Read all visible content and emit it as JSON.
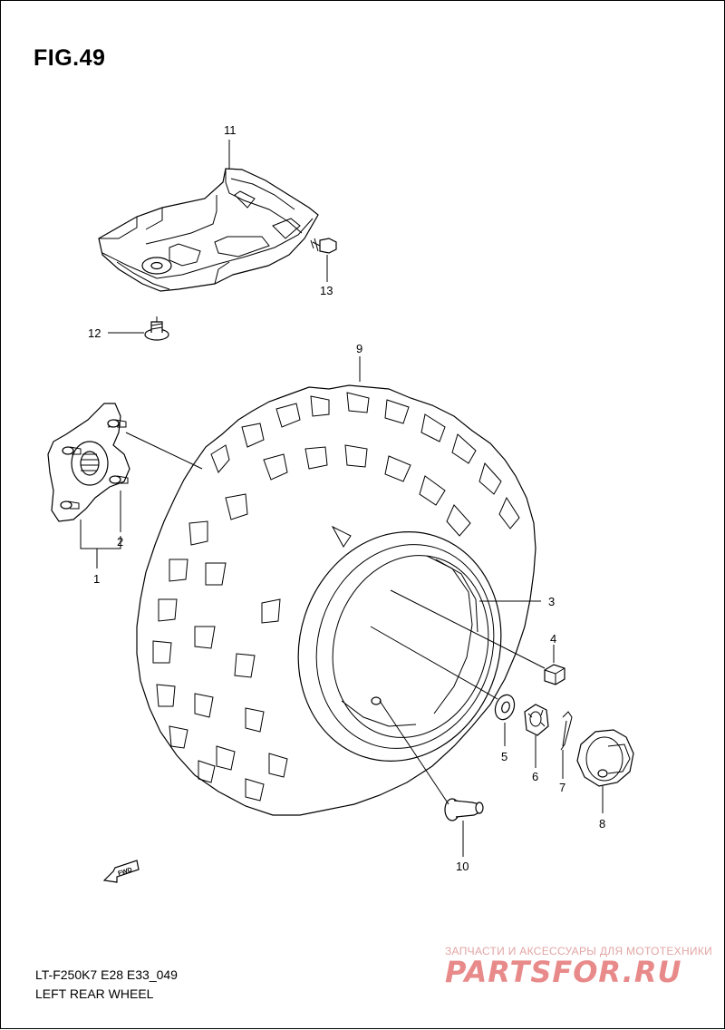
{
  "figure": {
    "title": "FIG.49",
    "code": "LT-F250K7 E28 E33_049",
    "caption": "LEFT REAR WHEEL"
  },
  "callouts": [
    {
      "id": "1",
      "label": "1"
    },
    {
      "id": "2",
      "label": "2"
    },
    {
      "id": "3",
      "label": "3"
    },
    {
      "id": "4",
      "label": "4"
    },
    {
      "id": "5",
      "label": "5"
    },
    {
      "id": "6",
      "label": "6"
    },
    {
      "id": "7",
      "label": "7"
    },
    {
      "id": "8",
      "label": "8"
    },
    {
      "id": "9",
      "label": "9"
    },
    {
      "id": "10",
      "label": "10"
    },
    {
      "id": "11",
      "label": "11"
    },
    {
      "id": "12",
      "label": "12"
    },
    {
      "id": "13",
      "label": "13"
    }
  ],
  "fwd_marker": {
    "label": "FWD"
  },
  "watermark": {
    "tagline": "ЗАПЧАСТИ И АКСЕССУАРЫ ДЛЯ МОТОТЕХНИКИ",
    "logo": "PARTSFOR.RU"
  }
}
